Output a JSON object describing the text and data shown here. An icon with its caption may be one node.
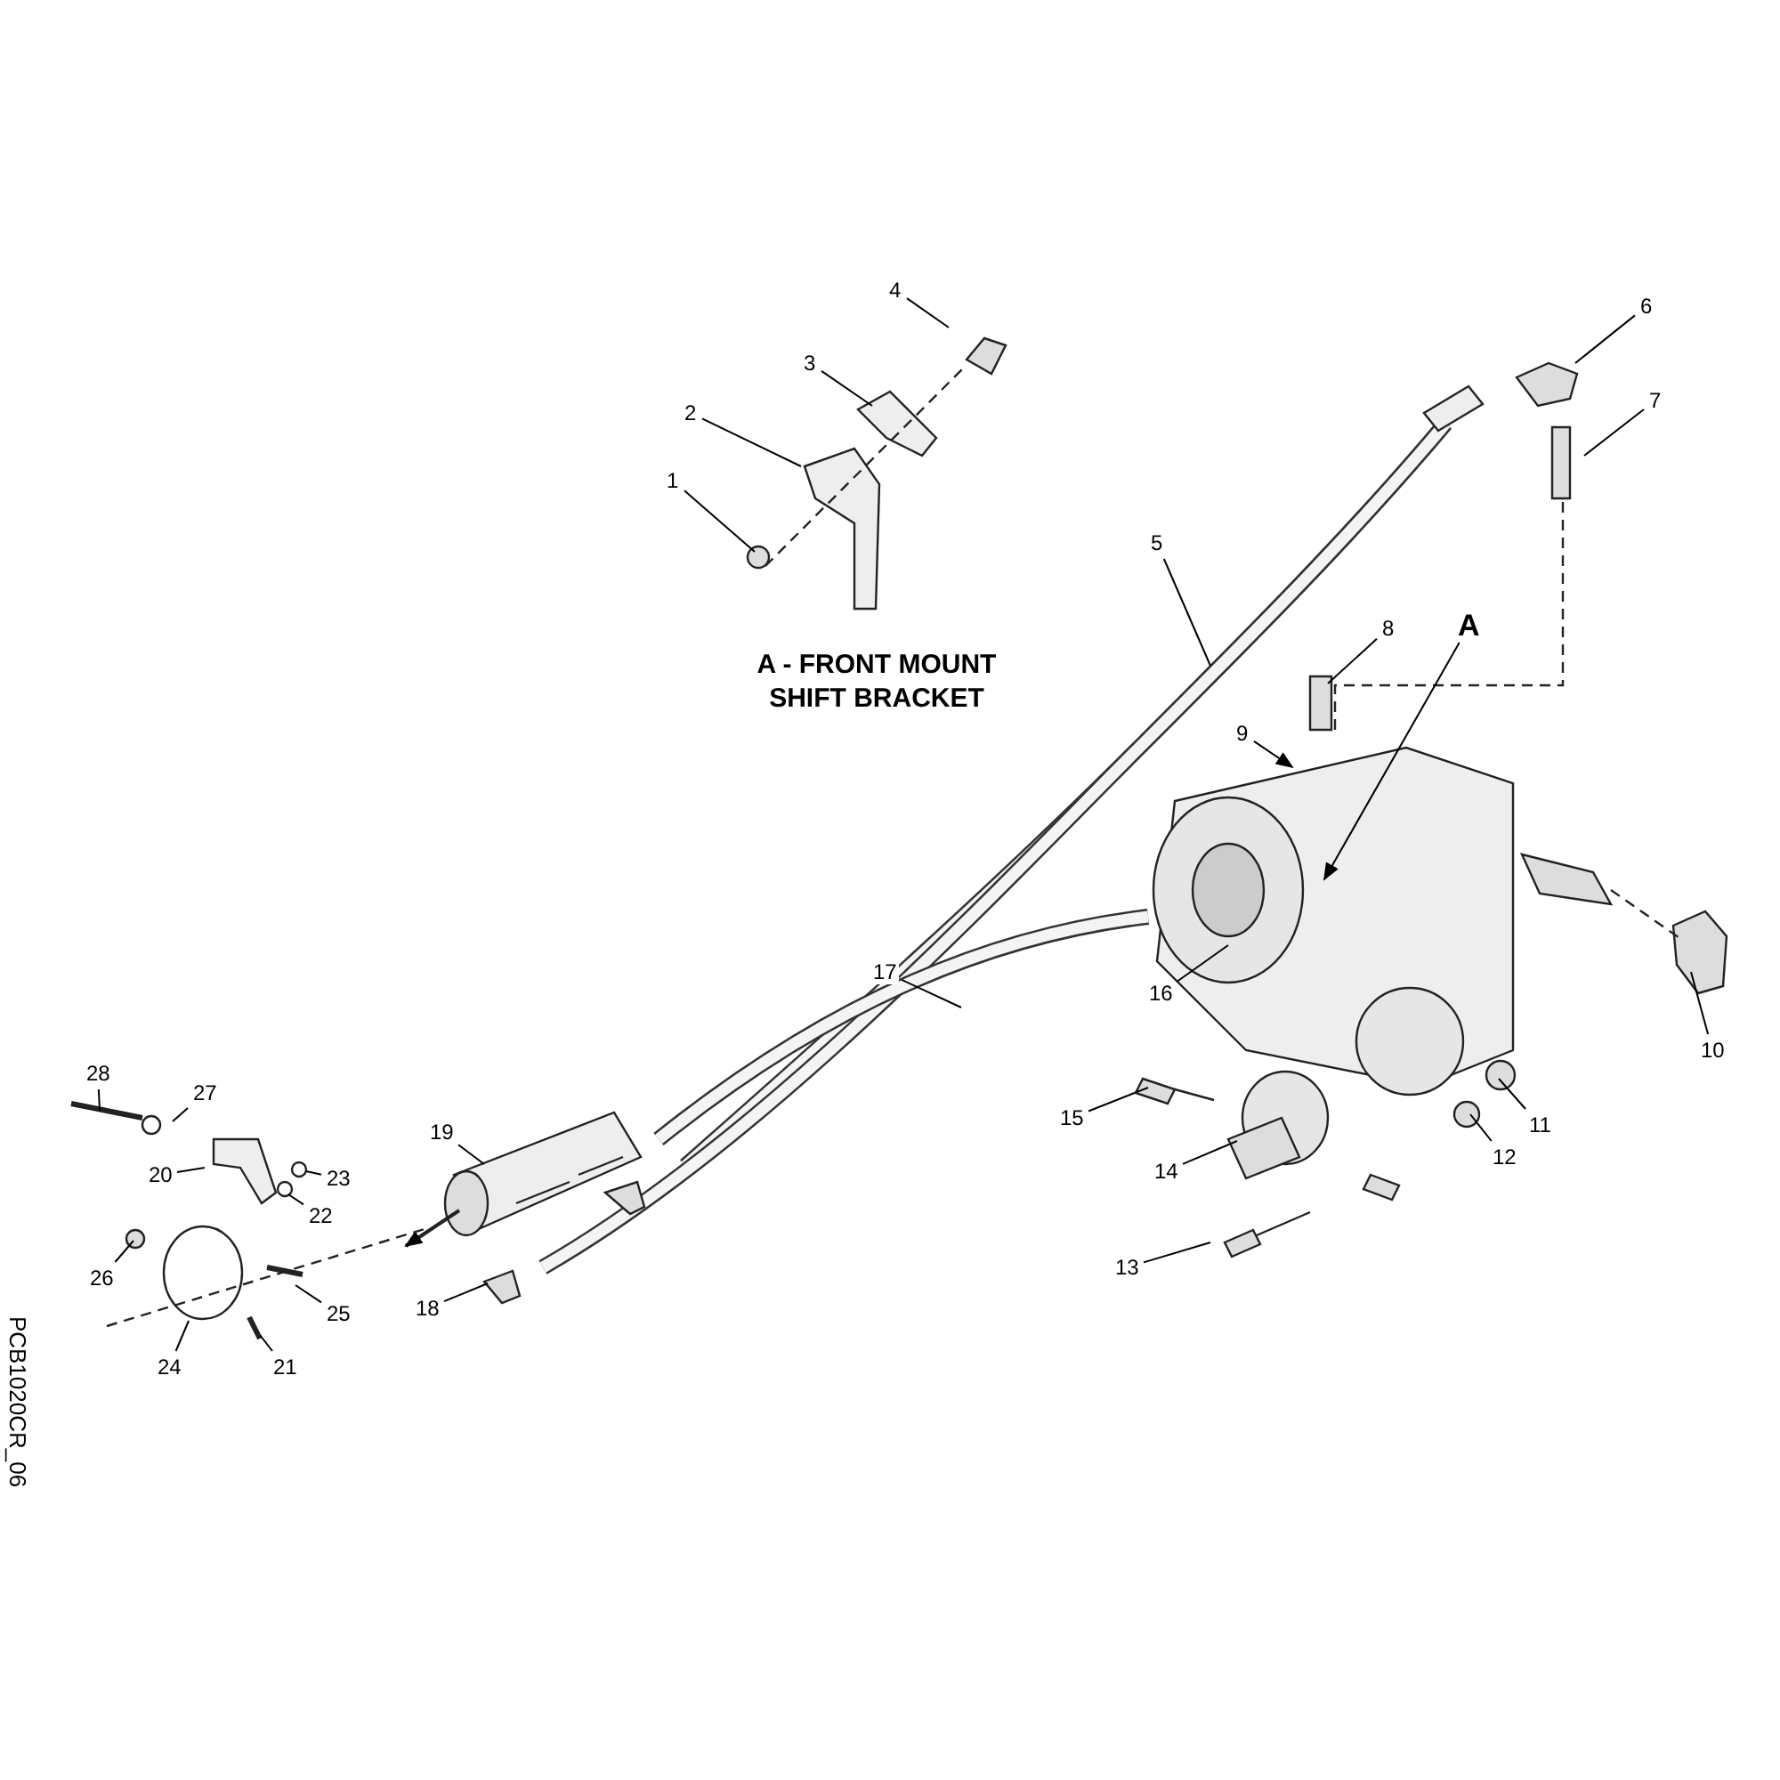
{
  "diagram": {
    "nodes": [
      {
        "text": [
          "1"
        ]
      },
      {
        "text": [
          "2"
        ]
      },
      {
        "text": [
          "3"
        ]
      },
      {
        "text": [
          "4"
        ]
      },
      {
        "text": [
          "5"
        ]
      },
      {
        "text": [
          "6"
        ]
      },
      {
        "text": [
          "7"
        ]
      },
      {
        "text": [
          "8"
        ]
      },
      {
        "text": [
          "9"
        ]
      },
      {
        "text": [
          "A"
        ]
      },
      {
        "text": [
          "10"
        ]
      },
      {
        "text": [
          "11"
        ]
      },
      {
        "text": [
          "12"
        ]
      },
      {
        "text": [
          "13"
        ]
      },
      {
        "text": [
          "14"
        ]
      },
      {
        "text": [
          "15"
        ]
      },
      {
        "text": [
          "16"
        ]
      },
      {
        "text": [
          "17"
        ]
      },
      {
        "text": [
          "18"
        ]
      },
      {
        "text": [
          "19"
        ]
      },
      {
        "text": [
          "20"
        ]
      },
      {
        "text": [
          "21"
        ]
      },
      {
        "text": [
          "22"
        ]
      },
      {
        "text": [
          "23"
        ]
      },
      {
        "text": [
          "24"
        ]
      },
      {
        "text": [
          "25"
        ]
      },
      {
        "text": [
          "26"
        ]
      },
      {
        "text": [
          "27"
        ]
      },
      {
        "text": [
          "28"
        ]
      }
    ],
    "edges": [
      {
        "from": 0,
        "to": null,
        "arrow": "none"
      },
      {
        "from": 1,
        "to": null,
        "arrow": "none"
      },
      {
        "from": 2,
        "to": null,
        "arrow": "none"
      },
      {
        "from": 3,
        "to": null,
        "arrow": "none"
      },
      {
        "from": 4,
        "to": null,
        "arrow": "none"
      },
      {
        "from": 5,
        "to": null,
        "arrow": "none"
      },
      {
        "from": 6,
        "to": null,
        "arrow": "none"
      },
      {
        "from": 7,
        "to": null,
        "arrow": "none"
      },
      {
        "from": 8,
        "to": null,
        "arrow": "to"
      },
      {
        "from": 9,
        "to": null,
        "arrow": "to"
      },
      {
        "from": 10,
        "to": null,
        "arrow": "none"
      },
      {
        "from": 11,
        "to": null,
        "arrow": "none"
      },
      {
        "from": 12,
        "to": null,
        "arrow": "none"
      },
      {
        "from": 13,
        "to": null,
        "arrow": "none"
      },
      {
        "from": 14,
        "to": null,
        "arrow": "none"
      },
      {
        "from": 15,
        "to": null,
        "arrow": "none"
      },
      {
        "from": 16,
        "to": null,
        "arrow": "none"
      },
      {
        "from": 17,
        "to": null,
        "arrow": "none"
      },
      {
        "from": 18,
        "to": null,
        "arrow": "none"
      },
      {
        "from": 19,
        "to": null,
        "arrow": "none"
      },
      {
        "from": 20,
        "to": null,
        "arrow": "none"
      },
      {
        "from": 21,
        "to": null,
        "arrow": "none"
      },
      {
        "from": 22,
        "to": null,
        "arrow": "none"
      },
      {
        "from": 23,
        "to": null,
        "arrow": "none"
      },
      {
        "from": 24,
        "to": null,
        "arrow": "none"
      },
      {
        "from": 25,
        "to": null,
        "arrow": "none"
      },
      {
        "from": 26,
        "to": null,
        "arrow": "none"
      },
      {
        "from": 27,
        "to": null,
        "arrow": "none"
      },
      {
        "from": 28,
        "to": null,
        "arrow": "none"
      }
    ],
    "labels": [
      "A - FRONT MOUNT SHIFT BRACKET",
      "PCB1020CR_06"
    ]
  }
}
